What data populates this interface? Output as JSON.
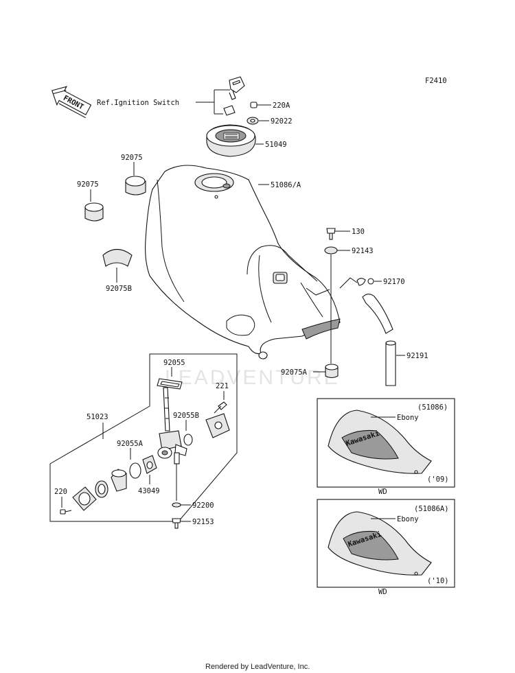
{
  "diagram": {
    "code": "F2410",
    "front_label": "FRONT",
    "ref_note": "Ref.Ignition Switch",
    "watermark": "LEADVENTURE",
    "parts": {
      "p220A": "220A",
      "p92022": "92022",
      "p51049": "51049",
      "p92075_top": "92075",
      "p92075_left": "92075",
      "p51086A": "51086/A",
      "p92075B": "92075B",
      "p130": "130",
      "p92143": "92143",
      "p92170": "92170",
      "p92191": "92191",
      "p92075A": "92075A",
      "p92055": "92055",
      "p221": "221",
      "p51023": "51023",
      "p92055B": "92055B",
      "p92055A": "92055A",
      "p43049": "43049",
      "p220": "220",
      "p92200": "92200",
      "p92153": "92153"
    },
    "inset_top": {
      "part": "(51086)",
      "color_name": "Ebony",
      "year": "('09)",
      "caption": "WD",
      "decal": "Kawasaki"
    },
    "inset_bottom": {
      "part": "(51086A)",
      "color_name": "Ebony",
      "year": "('10)",
      "caption": "WD",
      "decal": "Kawasaki"
    }
  },
  "footer": "Rendered by LeadVenture, Inc."
}
